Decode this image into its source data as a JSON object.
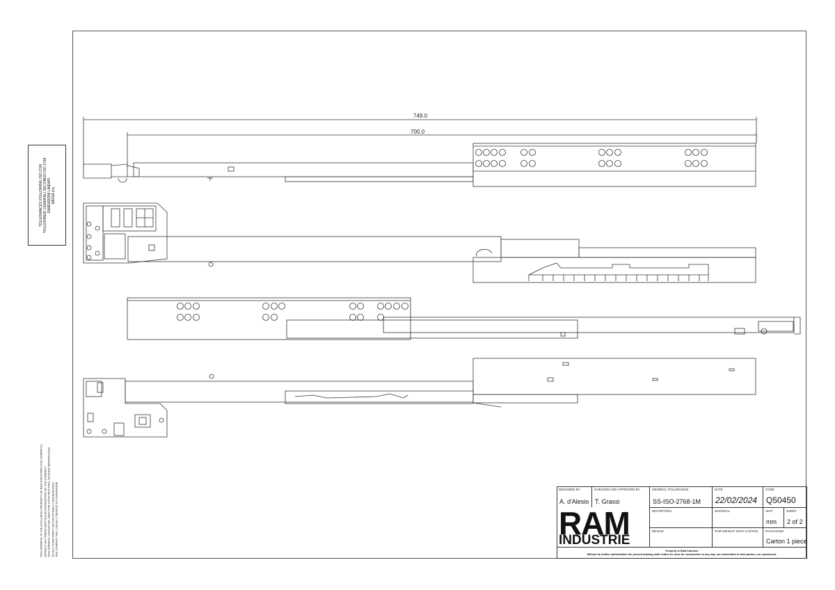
{
  "dimensions": {
    "overall": "749.0",
    "inner": "700.0"
  },
  "tolerance_box": {
    "lines": [
      "TOLLERANCES FOLLOWING ISO 2768",
      "TOLLERANZE GENERALI SECONDO ISO 2768",
      "DIMENSIONI LINEARI",
      "MEDIA (m)"
    ]
  },
  "notice": {
    "lines": [
      "THIS DRAWING IS THE EXCLUSIVE PROPERTY OF RAM INDUSTRIE (THE COMPANY)",
      "WITHOUT ANY PRIOR WRITTEN AUTHORIZATION OF THE COMPANY",
      "THIS DRAWING CANNOT BE USED FOR CONSTRUCTION, NEITHER REPRODUCED",
      "TO ANY THIRD PARTY OR INDUSTRIALLY REPRODUCED",
      "THE COMPANY WILL LEGALLY DEFEND ITS OWNERSHIP"
    ]
  },
  "title_block": {
    "designed_by_label": "DESIGNED BY",
    "designed_by": "A. d'Alesio",
    "checked_label": "CHECKED AND APPROVED BY",
    "checked_by": "T. Grassi",
    "tolerance_label": "GENERAL TOLLERANCE",
    "tolerance": "SS-ISO-2768-1M",
    "date_label": "DATE",
    "date": "22/02/2024",
    "code_label": "CODE",
    "code": "Q50450",
    "description_label": "DECRIPTION",
    "material_label": "MATERIAL",
    "unit_label": "UNIT",
    "unit": "mm",
    "sheet_label": "SHEET",
    "sheet": "2 of 2",
    "device_label": "DEVICE",
    "weight_label": "PAIR WEIGHT WITH CARTON",
    "packaging_label": "PACKAGING",
    "packaging": "Carton 1 piece",
    "logo_top": "RAM",
    "logo_bottom": "INDUSTRIE",
    "property_line1": "Property of RAM Industrie",
    "property_line2": "Without its written authorization the present drawing shall neither be used for construction in any way, nor transmitted to third parties, nor reproduced."
  }
}
